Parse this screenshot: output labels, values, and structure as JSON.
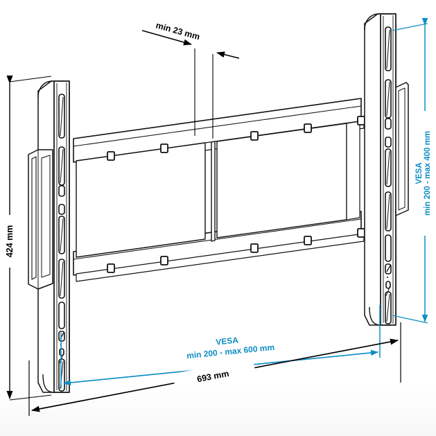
{
  "drawing": {
    "title": "TV wall mount bracket technical drawing",
    "colors": {
      "line": "#111111",
      "dimension_black": "#000000",
      "dimension_blue": "#0d8ec4",
      "background": "#ffffff"
    }
  },
  "dimensions": {
    "depth": {
      "label": "min 23 mm",
      "name": "min-depth-dimension",
      "color": "#000000"
    },
    "height_total": {
      "label": "424 mm",
      "name": "total-height-dimension",
      "color": "#000000"
    },
    "width_total": {
      "label": "693 mm",
      "name": "total-width-dimension",
      "color": "#000000"
    },
    "vesa_vertical": {
      "label_top": "VESA",
      "label_bottom": "min 200 - max 400 mm",
      "name": "vesa-vertical-dimension",
      "color": "#0d8ec4"
    },
    "vesa_horizontal": {
      "label_top": "VESA",
      "label_bottom": "min 200 - max 600 mm",
      "name": "vesa-horizontal-dimension",
      "color": "#0d8ec4"
    }
  }
}
